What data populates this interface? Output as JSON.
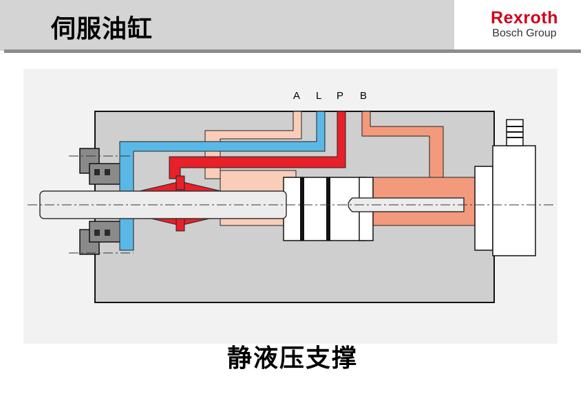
{
  "header": {
    "title": "伺服油缸"
  },
  "logo": {
    "main": "Rexroth",
    "sub": "Bosch Group"
  },
  "diagram": {
    "ports": [
      "A",
      "L",
      "P",
      "B"
    ]
  },
  "caption": "静液压支撑",
  "colors": {
    "body": "#cfcfcf",
    "red": "#e8202a",
    "blue": "#5ab8e6",
    "pink": "#f9cdb8",
    "salmon": "#f39a7c",
    "rod": "#ececec",
    "seal": "#6e6e6e"
  }
}
